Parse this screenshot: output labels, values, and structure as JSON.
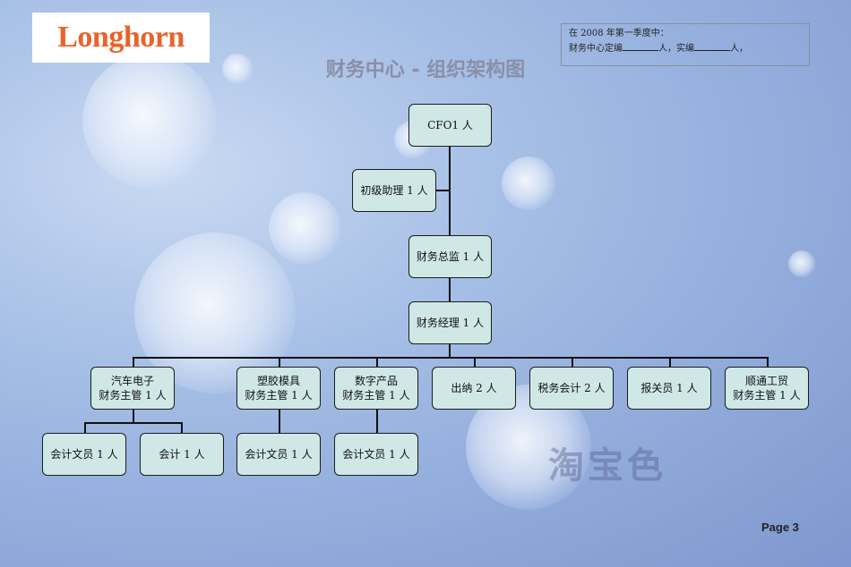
{
  "logo": {
    "text": "Longhorn",
    "color": "#e8632a"
  },
  "title": "财务中心 - 组织架构图",
  "note": {
    "line1": "在 2008 年第一季度中：",
    "line2_a": "财务中心定编",
    "line2_b": "人，实编",
    "line2_c": "人，"
  },
  "nodes": {
    "cfo": "CFO1 人",
    "assistant": "初级助理 1 人",
    "director": "财务总监 1 人",
    "manager": "财务经理 1 人",
    "auto_line1": "汽车电子",
    "auto_line2": "财务主管 1 人",
    "plastic_line1": "塑胶模具",
    "plastic_line2": "财务主管 1 人",
    "digital_line1": "数字产品",
    "digital_line2": "财务主管 1 人",
    "cashier": "出纳 2 人",
    "tax": "税务会计 2 人",
    "customs": "报关员 1 人",
    "shuntong_line1": "顺通工贸",
    "shuntong_line2": "财务主管 1 人",
    "auto_clerk": "会计文员 1 人",
    "auto_accountant": "会计 1 人",
    "plastic_clerk": "会计文员 1 人",
    "digital_clerk": "会计文员 1 人"
  },
  "watermark": "淘宝色",
  "page_label": "Page 3",
  "colors": {
    "box_fill": "#cfe8e6",
    "title": "#8a8fa8"
  }
}
